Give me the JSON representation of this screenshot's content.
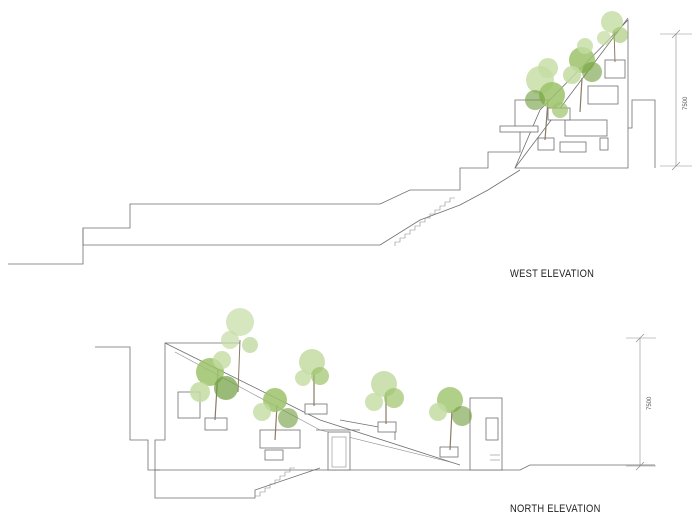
{
  "drawings": [
    {
      "title": "WEST ELEVATION",
      "dimension_label": "7500"
    },
    {
      "title": "NORTH ELEVATION",
      "dimension_label": "7500"
    }
  ],
  "colors": {
    "line": "#6f6f6f",
    "foliage_light": "#c4dca2",
    "foliage_mid": "#9cc36a",
    "foliage_dark": "#6f9c3e",
    "trunk": "#8a7a66"
  }
}
